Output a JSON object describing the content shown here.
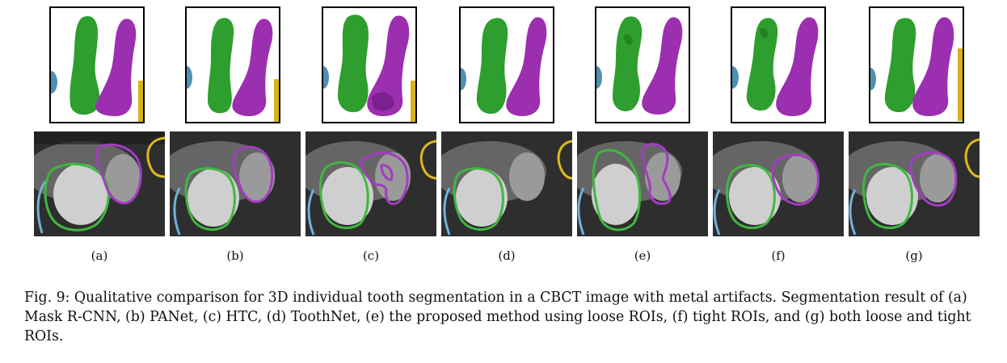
{
  "panels": [
    {
      "label": "(a)"
    },
    {
      "label": "(b)"
    },
    {
      "label": "(c)"
    },
    {
      "label": "(d)"
    },
    {
      "label": "(e)"
    },
    {
      "label": "(f)"
    },
    {
      "label": "(g)"
    }
  ],
  "colors": {
    "tooth_left": "#2e9e2e",
    "tooth_right": "#9b2fb0",
    "neighbor_blue": "#4f8fb0",
    "neighbor_yellow": "#d8b21a",
    "contour_green": "#3fb83f",
    "contour_purple": "#a33cc2",
    "contour_blue": "#6fb3d8",
    "contour_yellow": "#e0b81c"
  },
  "caption": {
    "text": "Fig. 9: Qualitative comparison for 3D individual tooth segmentation in a CBCT image with metal artifacts. Segmentation result of (a) Mask R-CNN, (b) PANet, (c) HTC, (d) ToothNet, (e) the proposed method using loose ROIs, (f) tight ROIs, and (g) both loose and tight ROIs."
  }
}
